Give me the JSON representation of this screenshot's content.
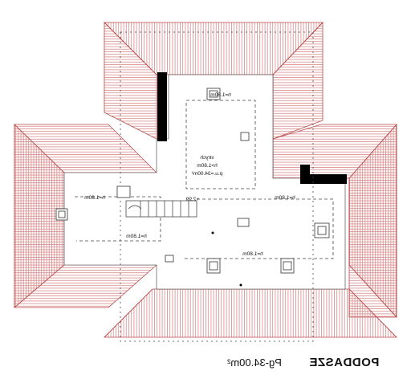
{
  "drawing": {
    "title": "PODDASZE",
    "area_caption": "Pg-34.00m²"
  },
  "room": {
    "name": "strych",
    "height": "h>1.80m",
    "usable_area": "p.u.=34.00m²",
    "level_mark": "+2.99"
  },
  "height_marks": {
    "label": "h=1.80m"
  },
  "colors": {
    "roof_fill": "#ffffff",
    "roof_hatch": "#d98a8a",
    "roof_edge": "#b84a4a",
    "wall": "#000000",
    "dash": "#444444"
  }
}
